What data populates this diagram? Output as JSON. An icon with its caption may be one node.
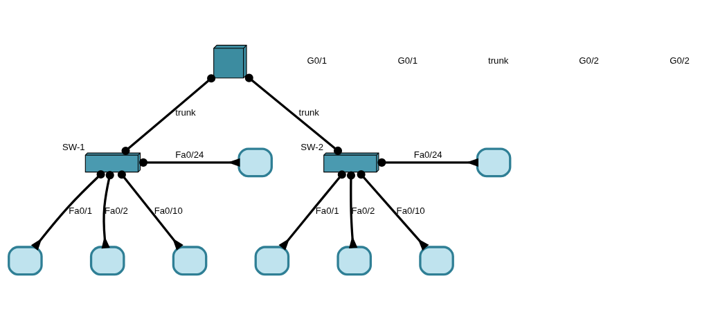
{
  "diagram": {
    "nodes": [
      {
        "text": [],
        "shape": "picture"
      },
      {
        "text": [],
        "shape": "picture",
        "beside": [
          "SW-1"
        ]
      },
      {
        "text": [],
        "shape": "picture",
        "beside": [
          "SW-2"
        ]
      },
      {
        "text": [],
        "shape": "box"
      },
      {
        "text": [],
        "shape": "box"
      },
      {
        "text": [],
        "shape": "box"
      },
      {
        "text": [],
        "shape": "box"
      },
      {
        "text": [],
        "shape": "box"
      },
      {
        "text": [],
        "shape": "box"
      },
      {
        "text": [],
        "shape": "box"
      },
      {
        "text": [],
        "shape": "box"
      }
    ],
    "edges": [
      {
        "from": 0,
        "to": 1,
        "arrow": "other",
        "label": "trunk"
      },
      {
        "from": 0,
        "to": 2,
        "arrow": "other",
        "label": "trunk"
      },
      {
        "from": 1,
        "to": 3,
        "arrow": "other",
        "label": "Fa0/24"
      },
      {
        "from": 1,
        "to": 5,
        "arrow": "other",
        "label": "Fa0/1"
      },
      {
        "from": 1,
        "to": 6,
        "arrow": "other",
        "label": "Fa0/2"
      },
      {
        "from": 1,
        "to": 7,
        "arrow": "other",
        "label": "Fa0/10"
      },
      {
        "from": 2,
        "to": 4,
        "arrow": "other",
        "label": "Fa0/24"
      },
      {
        "from": 2,
        "to": 8,
        "arrow": "other",
        "label": "Fa0/1"
      },
      {
        "from": 2,
        "to": 9,
        "arrow": "other",
        "label": "Fa0/2"
      },
      {
        "from": 2,
        "to": 10,
        "arrow": "other",
        "label": "Fa0/10"
      }
    ],
    "labels": [
      "G0/1",
      "G0/1",
      "trunk",
      "G0/2",
      "G0/2"
    ]
  }
}
